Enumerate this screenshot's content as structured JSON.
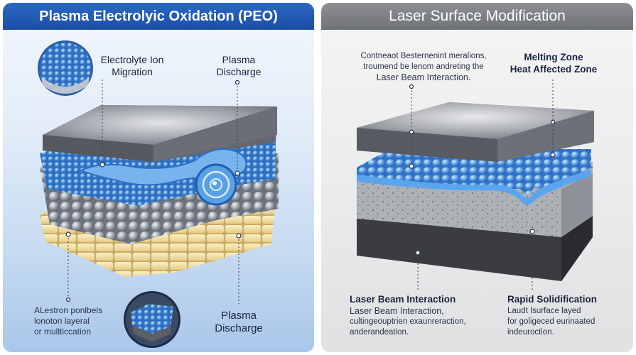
{
  "left": {
    "title": "Plasma Electrolyic Oxidation (PEO)",
    "label_ion_1": "Electrolyte Ion",
    "label_ion_2": "Migration",
    "label_plasma_1": "Plasma",
    "label_plasma_2": "Discharge",
    "bottom_left_1": "ALestron ponlbels",
    "bottom_left_2": "lonoton layeral",
    "bottom_left_3": "or mullticcation",
    "bottom_plasma_1": "Plasma",
    "bottom_plasma_2": "Discharge"
  },
  "right": {
    "title": "Laser Surface Modification",
    "top_text_1": "Contneaot Besternenint meralions,",
    "top_text_2": "troumend be lenom andreting the",
    "top_text_3": "Laser Beam Interaction.",
    "label_melt_1": "Melting Zone",
    "label_melt_2": "Heat Affected Zone",
    "bottom_left_title": "Laser Beam Interaction",
    "bottom_left_1": "Laser Beam Interaction,",
    "bottom_left_2": "cultingeouptrien exaunreraction,",
    "bottom_left_3": "anderandeation.",
    "bottom_right_title": "Rapid Solidification",
    "bottom_right_1": "Laudt Isurface layed",
    "bottom_right_2": "for goligeced eurinaated",
    "bottom_right_3": "indeuroction."
  },
  "colors": {
    "peo_header": "#1f56ad",
    "laser_header": "#7c7f83",
    "metal": "#7d8088",
    "blue_spheres": "#4f93db",
    "gray_spheres": "#9aa0a8",
    "tan_blocks": "#f1dfa8",
    "laser_blue": "#5a9ee6"
  }
}
